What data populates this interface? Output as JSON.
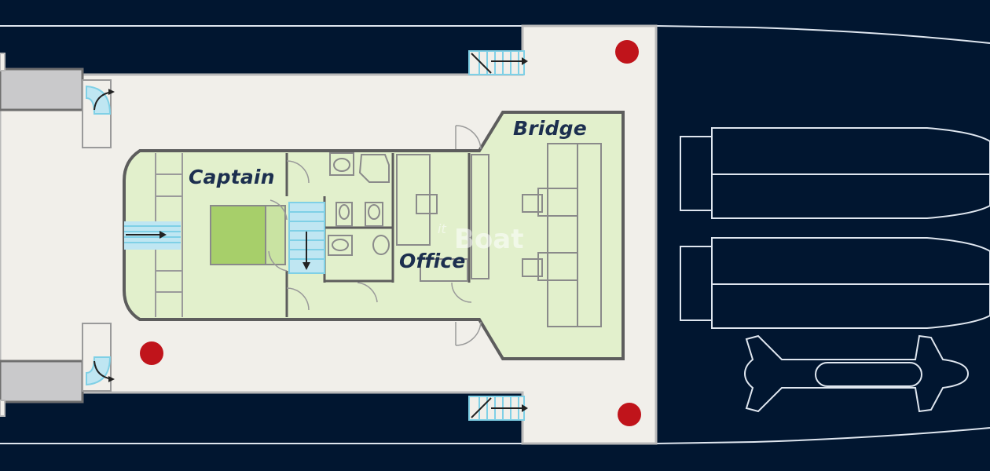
{
  "diagram": {
    "rooms": {
      "captain": "Captain",
      "office": "Office",
      "bridge": "Bridge"
    },
    "watermark": {
      "prefix": "it",
      "brand": "Boat"
    }
  },
  "colors": {
    "background": "#011630",
    "deck": "#f1efea",
    "room": "#e2f0cc",
    "bed": "#a7cf6a",
    "wall": "#5d5d5d",
    "stair": "#7fd0e6",
    "marker": "#c0141b",
    "outline": "#dfe6ef",
    "grey_block": "#c9c9cb"
  }
}
